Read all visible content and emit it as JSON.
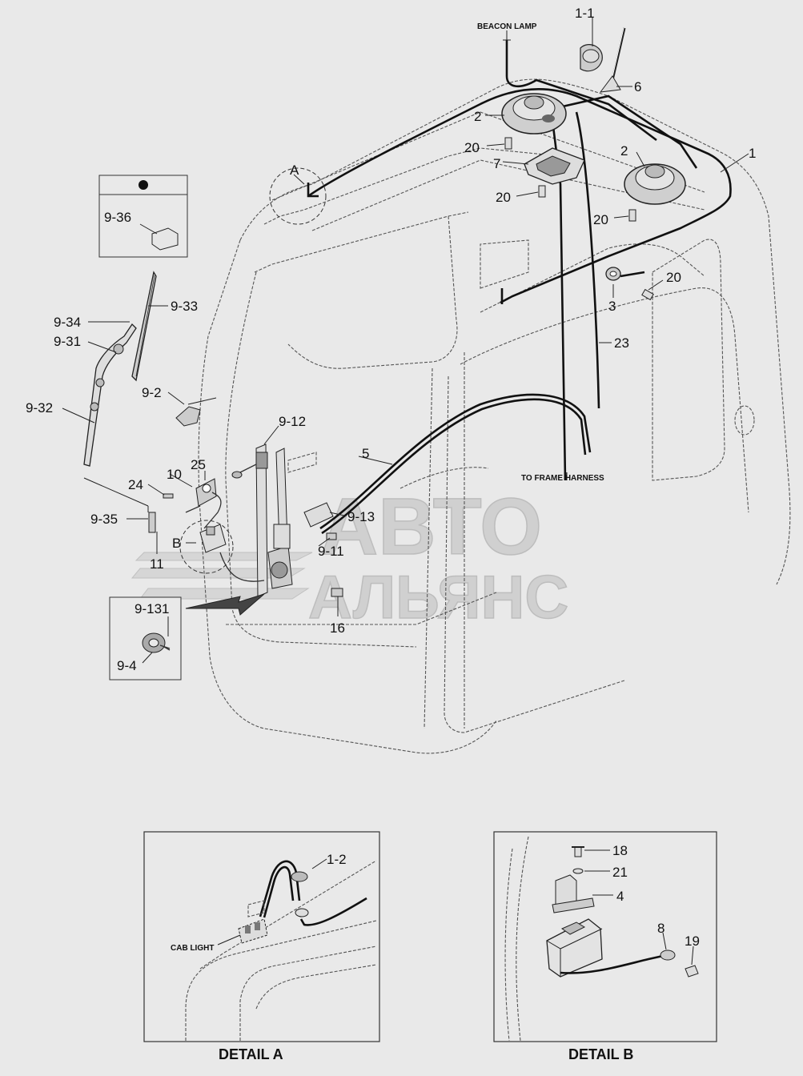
{
  "callouts": {
    "c1_1": "1-1",
    "c6": "6",
    "c2a": "2",
    "c20a": "20",
    "c7": "7",
    "c20b": "20",
    "c2b": "2",
    "c1": "1",
    "c20c": "20",
    "cA": "A",
    "c9_36": "9-36",
    "c9_34": "9-34",
    "c9_33": "9-33",
    "c9_31": "9-31",
    "c20d": "20",
    "c3": "3",
    "c23": "23",
    "c9_2": "9-2",
    "c9_32": "9-32",
    "c9_12": "9-12",
    "c5": "5",
    "c25": "25",
    "c10": "10",
    "c24": "24",
    "c9_13": "9-13",
    "c9_35": "9-35",
    "cB": "B",
    "c9_11": "9-11",
    "c11": "11",
    "c9_131": "9-131",
    "c16": "16",
    "c9_4": "9-4",
    "c1_2": "1-2",
    "c18": "18",
    "c21": "21",
    "c4": "4",
    "c8": "8",
    "c19": "19"
  },
  "labels": {
    "beacon_lamp": "BEACON LAMP",
    "to_frame_harness": "TO FRAME HARNESS",
    "cab_light": "CAB LIGHT"
  },
  "details": {
    "a_title": "DETAIL A",
    "b_title": "DETAIL B"
  },
  "watermark": {
    "line1": "АВТО",
    "line2": "АЛЬЯНС"
  }
}
